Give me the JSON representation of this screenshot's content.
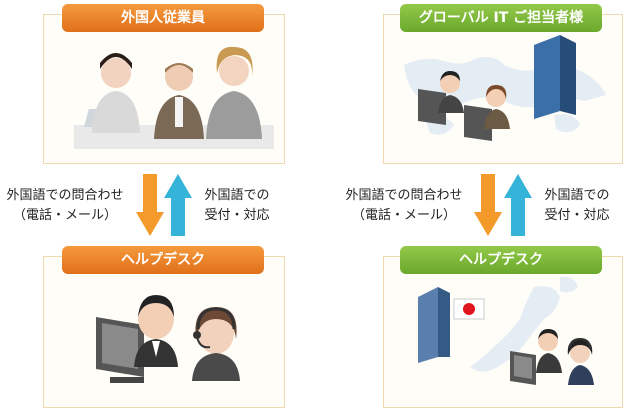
{
  "left": {
    "top_title": "外国人従業員",
    "bottom_title": "ヘルプデスク",
    "down_label": [
      "外国語での問合わせ",
      "（電話・メール）"
    ],
    "up_label": [
      "外国語での",
      "受付・対応"
    ]
  },
  "right": {
    "top_title": "グローバル IT ご担当者様",
    "bottom_title": "ヘルプデスク",
    "down_label": [
      "外国語での問合わせ",
      "（電話・メール）"
    ],
    "up_label": [
      "外国語での",
      "受付・対応"
    ]
  },
  "colors": {
    "orange": "#e8821e",
    "green": "#7db83a",
    "arrow_down": "#f39a2a",
    "arrow_up": "#35b3d8",
    "box_border": "#f0d9b0"
  }
}
